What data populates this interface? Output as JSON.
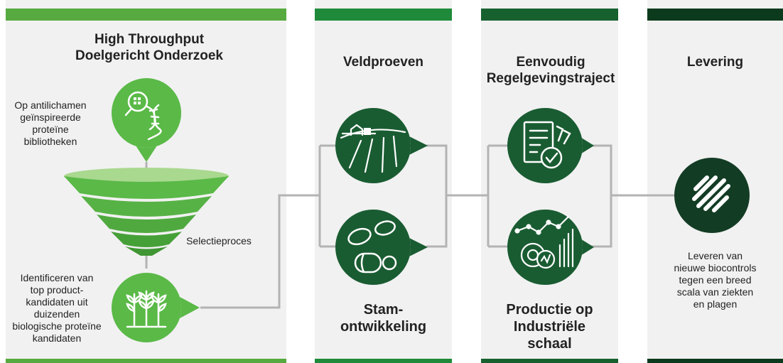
{
  "colors": {
    "panel_bg": "#f1f1f1",
    "bar_1": "#56aa3f",
    "bar_2": "#1f8a3a",
    "bar_3": "#17612f",
    "bar_4": "#0c3a1c",
    "light_green": "#5ab947",
    "dark_green": "#1a5c32",
    "darkest_green": "#133c24",
    "connector": "#b3b3b3"
  },
  "stage1": {
    "title_line1": "High Throughput",
    "title_line2": "Doelgericht Onderzoek",
    "top_caption": [
      "Op antilichamen",
      "geïnspireerde",
      "proteïne",
      "bibliotheken"
    ],
    "funnel_caption": "Selectieproces",
    "bottom_caption": [
      "Identificeren van",
      "top product-",
      "kandidaten uit",
      "duizenden",
      "biologische proteïne",
      "kandidaten"
    ],
    "icons": [
      "dna-magnifier-icon",
      "plant-sprouts-icon"
    ]
  },
  "stage2": {
    "title": "Veldproeven",
    "bottom_title_line1": "Stam-",
    "bottom_title_line2": "ontwikkeling",
    "icons": [
      "farm-field-icon",
      "microbe-cells-icon"
    ]
  },
  "stage3": {
    "title_line1": "Eenvoudig",
    "title_line2": "Regelgevingstraject",
    "bottom_title_line1": "Productie op",
    "bottom_title_line2": "Industriële",
    "bottom_title_line3": "schaal",
    "icons": [
      "approved-document-icon",
      "industrial-gears-chart-icon"
    ]
  },
  "stage4": {
    "title": "Levering",
    "caption": [
      "Leveren van",
      "nieuwe biocontrols",
      "tegen een breed",
      "scala van ziekten",
      "en plagen"
    ],
    "icons": [
      "biocontrol-product-icon"
    ]
  }
}
